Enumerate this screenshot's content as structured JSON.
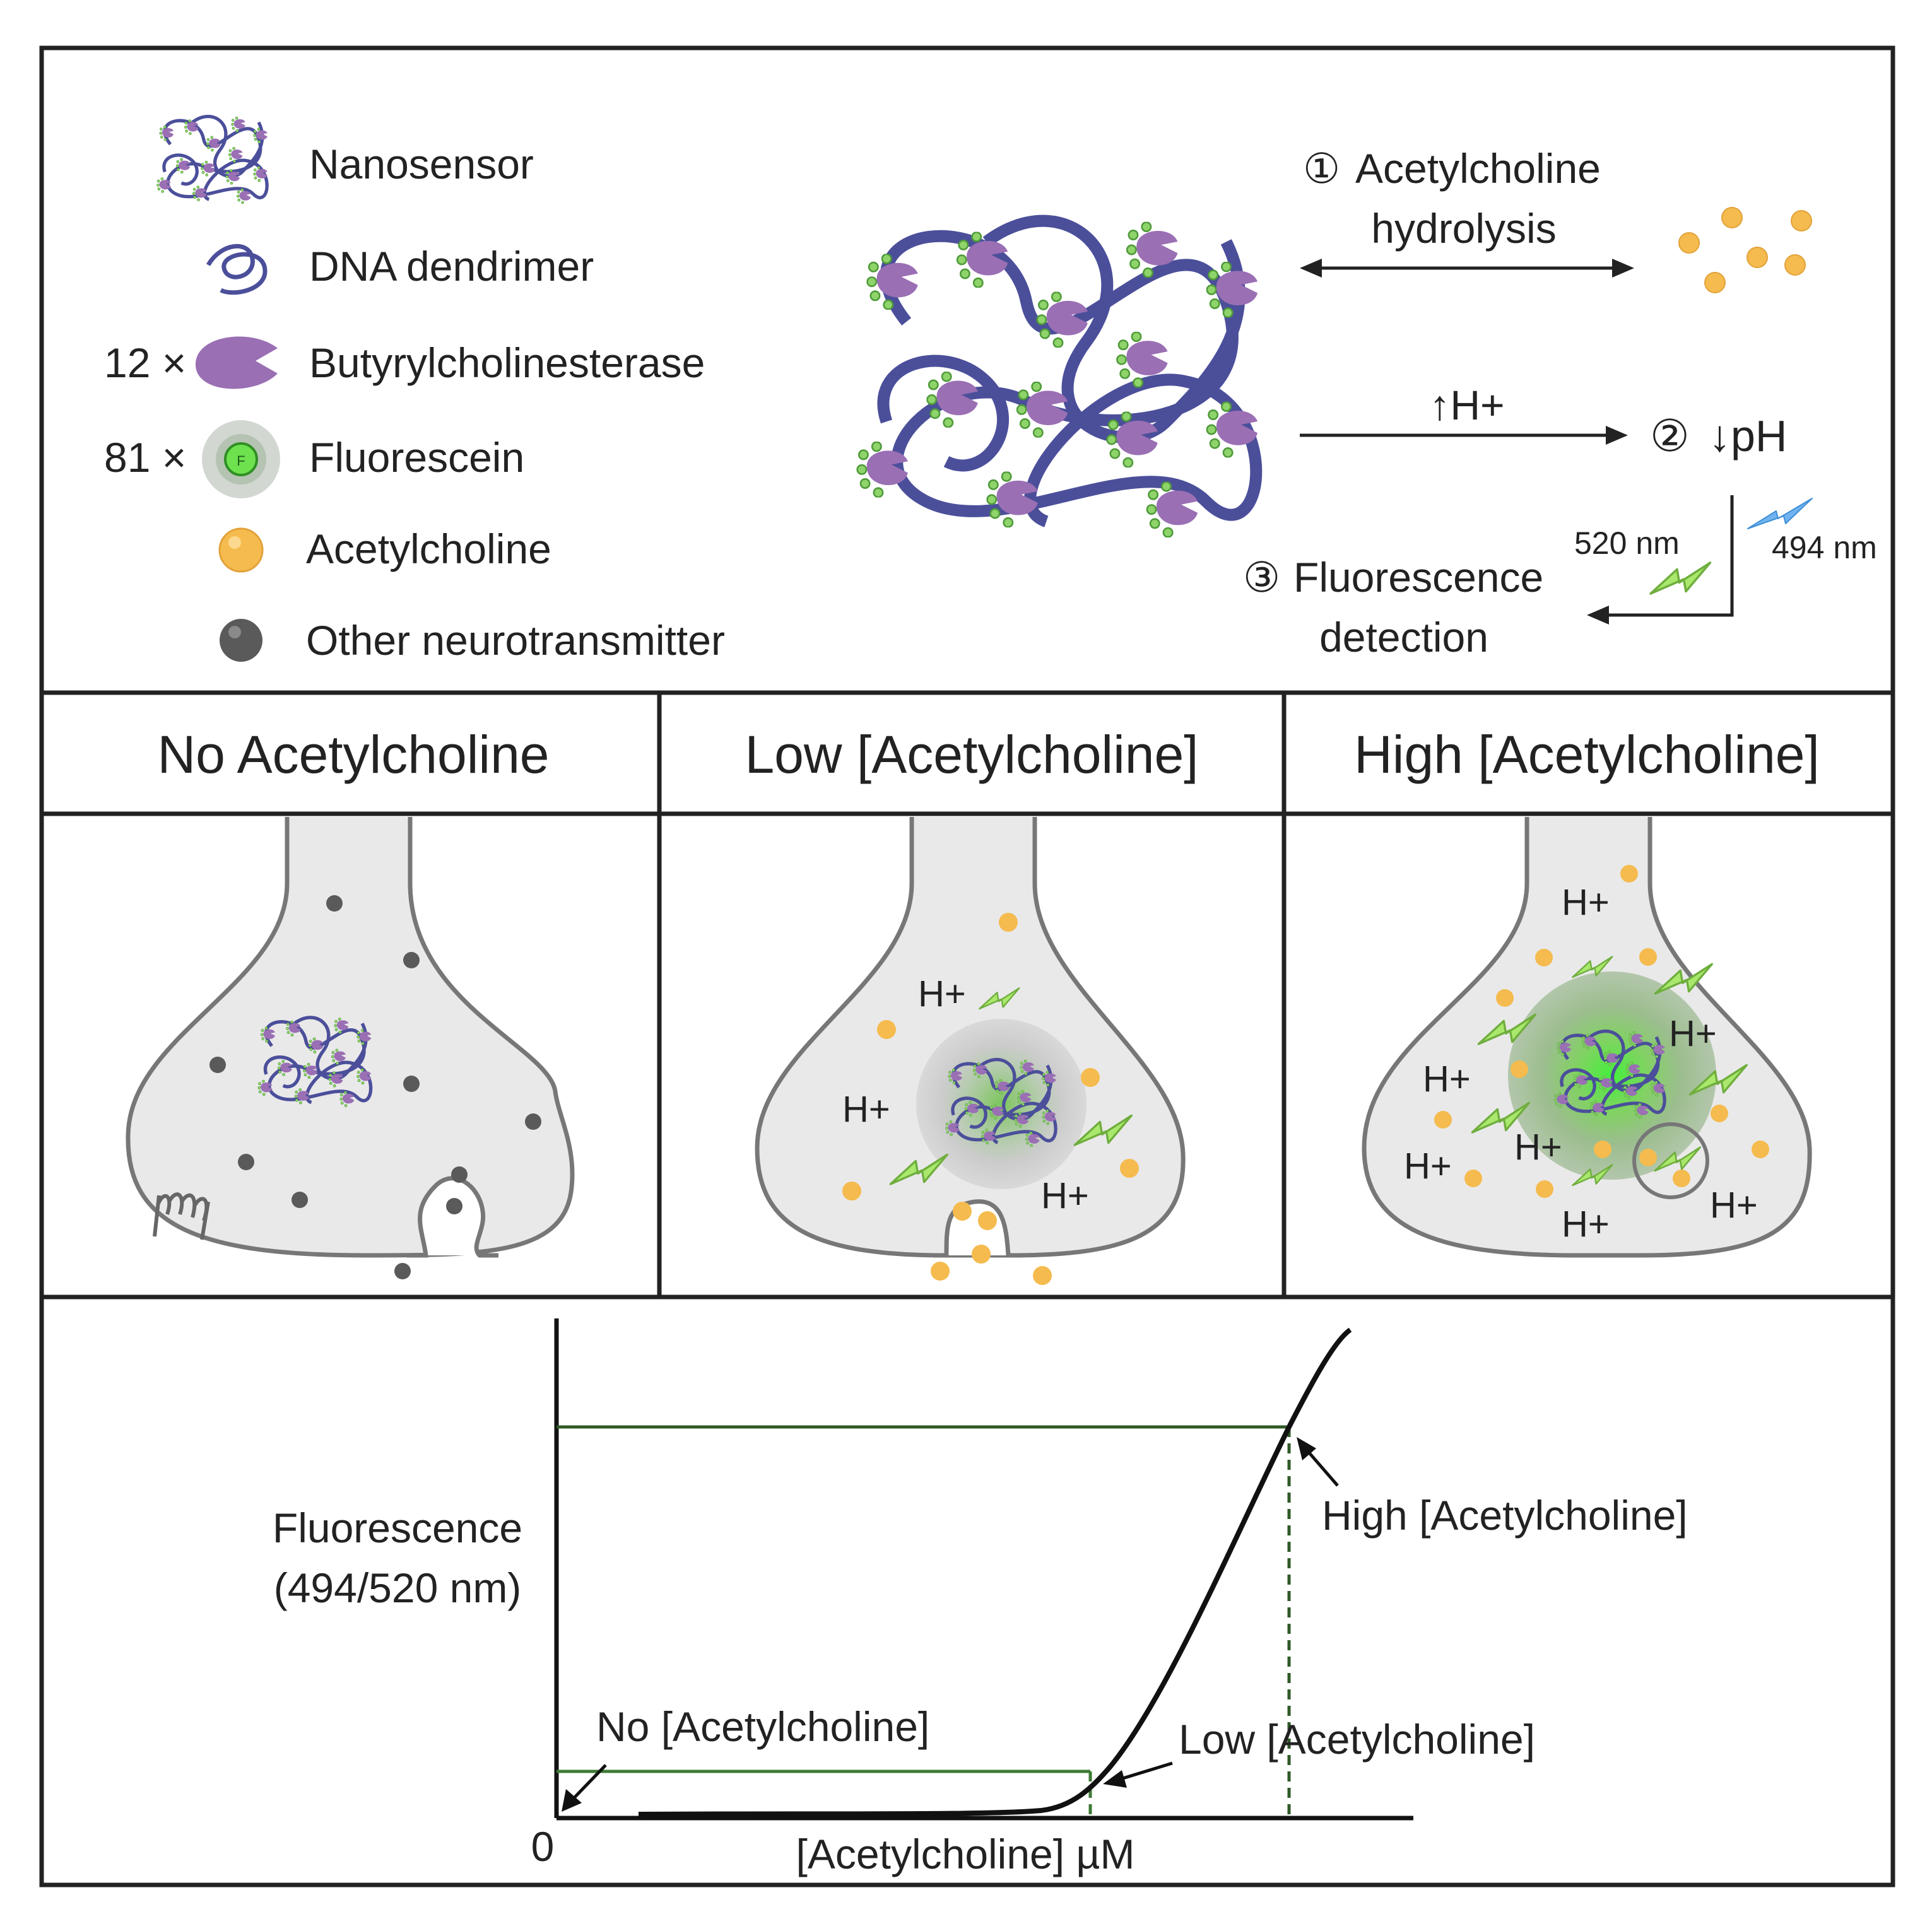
{
  "legend": {
    "items": [
      {
        "label": "Nanosensor",
        "icon": "nanosensor-icon"
      },
      {
        "label": "DNA dendrimer",
        "icon": "dna-dendrimer-icon"
      },
      {
        "label": "Butyrylcholinesterase",
        "count": "12 ×",
        "icon": "enzyme-icon"
      },
      {
        "label": "Fluorescein",
        "count": "81 ×",
        "icon": "fluorescein-icon",
        "icon_letter": "F"
      },
      {
        "label": "Acetylcholine",
        "icon": "acetylcholine-icon"
      },
      {
        "label": "Other neurotransmitter",
        "icon": "neurotransmitter-icon"
      }
    ]
  },
  "mechanism": {
    "step1": {
      "marker": "①",
      "line1": "Acetylcholine",
      "line2": "hydrolysis"
    },
    "proton": "↑H+",
    "step2": {
      "marker": "②",
      "text": "↓pH"
    },
    "wavelength_emission": "520 nm",
    "wavelength_excitation": "494 nm",
    "step3": {
      "marker": "③",
      "line1": "Fluorescence",
      "line2": "detection"
    }
  },
  "panels": [
    {
      "title": "No Acetylcholine"
    },
    {
      "title": "Low [Acetylcholine]",
      "proton_label": "H+"
    },
    {
      "title": "High [Acetylcholine]",
      "proton_label": "H+"
    }
  ],
  "colors": {
    "enzyme": "#9a6fb4",
    "dendrimer": "#4b4f9a",
    "fluorescein": "#7dd35b",
    "acetylcholine": "#f5bb4e",
    "neurotransmitter": "#5a5a5a",
    "curve_marker": "#3e7a36",
    "cell_fill": "#e9e9e9",
    "cell_stroke": "#777777"
  },
  "chart_data": {
    "type": "line",
    "xlabel": "[Acetylcholine] µM",
    "ylabel_line1": "Fluorescence",
    "ylabel_line2": "(494/520 nm)",
    "origin_label": "0",
    "annotations": [
      {
        "text": "No [Acetylcholine]"
      },
      {
        "text": "Low [Acetylcholine]"
      },
      {
        "text": "High [Acetylcholine]"
      }
    ],
    "curve_shape": "sigmoid"
  }
}
